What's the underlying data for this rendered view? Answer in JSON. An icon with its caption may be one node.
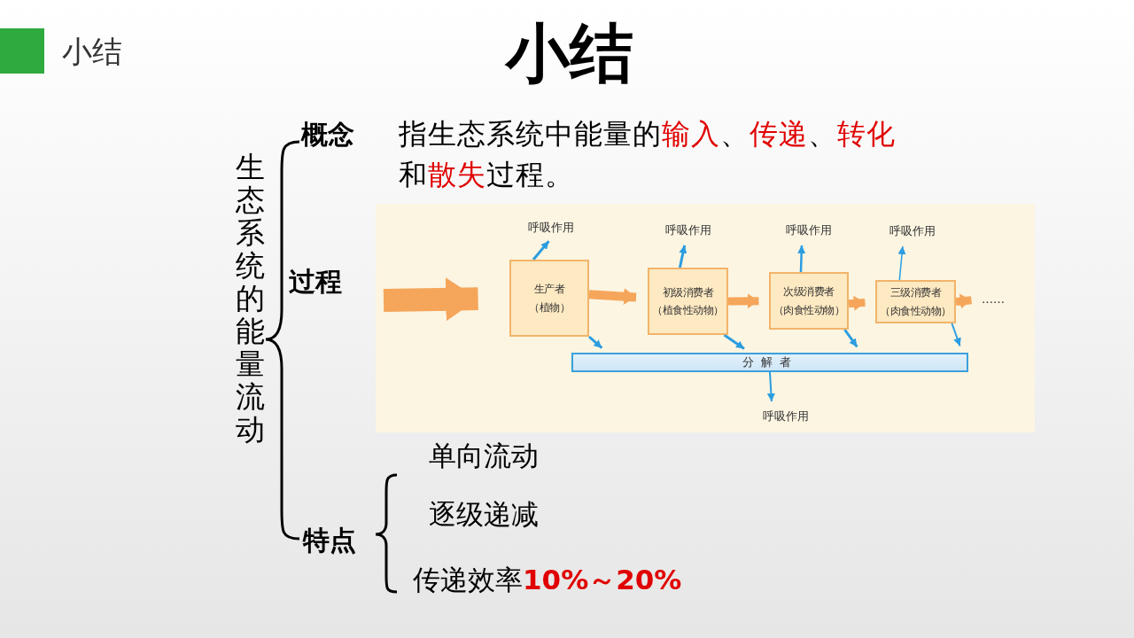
{
  "diagram": {
    "title": "小结",
    "nodes": [
      {
        "text": [
          "生态系统的能量流动"
        ]
      },
      {
        "text": [
          "概念"
        ]
      },
      {
        "text": [
          "指生态系统中能量的**输入**、**传递**、**转化**和**散失**过程。"
        ]
      },
      {
        "text": [
          "过程"
        ]
      },
      {
        "text": [
          "特点"
        ]
      },
      {
        "text": [
          "单向流动"
        ]
      },
      {
        "text": [
          "逐级递减"
        ]
      },
      {
        "text": [
          "传递效率**10%～20%**"
        ]
      },
      {
        "text": [
          "生产者",
          "（植物）"
        ]
      },
      {
        "text": [
          "初级消费者",
          "（植食性动物）"
        ]
      },
      {
        "text": [
          "次级消费者",
          "（肉食性动物）"
        ]
      },
      {
        "text": [
          "三级消费者",
          "（肉食性动物）"
        ]
      },
      {
        "text": [
          "分解者"
        ]
      },
      {
        "text": [
          "呼吸作用"
        ]
      },
      {
        "text": [
          "呼吸作用"
        ]
      },
      {
        "text": [
          "呼吸作用"
        ]
      },
      {
        "text": [
          "呼吸作用"
        ]
      },
      {
        "text": [
          "呼吸作用"
        ]
      },
      {
        "text": [
          "……"
        ]
      }
    ],
    "edges": [
      {
        "from": null,
        "to": 8,
        "arrow": "to",
        "style": "thick",
        "color": "#f5a65b"
      },
      {
        "from": 8,
        "to": 9,
        "arrow": "to",
        "style": "thick",
        "color": "#f5a65b"
      },
      {
        "from": 9,
        "to": 10,
        "arrow": "to",
        "style": "thick",
        "color": "#f5a65b"
      },
      {
        "from": 10,
        "to": 11,
        "arrow": "to",
        "style": "thick",
        "color": "#f5a65b"
      },
      {
        "from": 11,
        "to": 18,
        "arrow": "to",
        "style": "thick",
        "color": "#f5a65b"
      },
      {
        "from": 8,
        "to": 13,
        "arrow": "to"
      },
      {
        "from": 9,
        "to": 14,
        "arrow": "to"
      },
      {
        "from": 10,
        "to": 15,
        "arrow": "to"
      },
      {
        "from": 11,
        "to": 16,
        "arrow": "to"
      },
      {
        "from": 8,
        "to": 12,
        "arrow": "to"
      },
      {
        "from": 9,
        "to": 12,
        "arrow": "to"
      },
      {
        "from": 10,
        "to": 12,
        "arrow": "to"
      },
      {
        "from": 11,
        "to": 12,
        "arrow": "to"
      },
      {
        "from": 12,
        "to": 17,
        "arrow": "to"
      }
    ],
    "labels": [
      "小结"
    ]
  }
}
